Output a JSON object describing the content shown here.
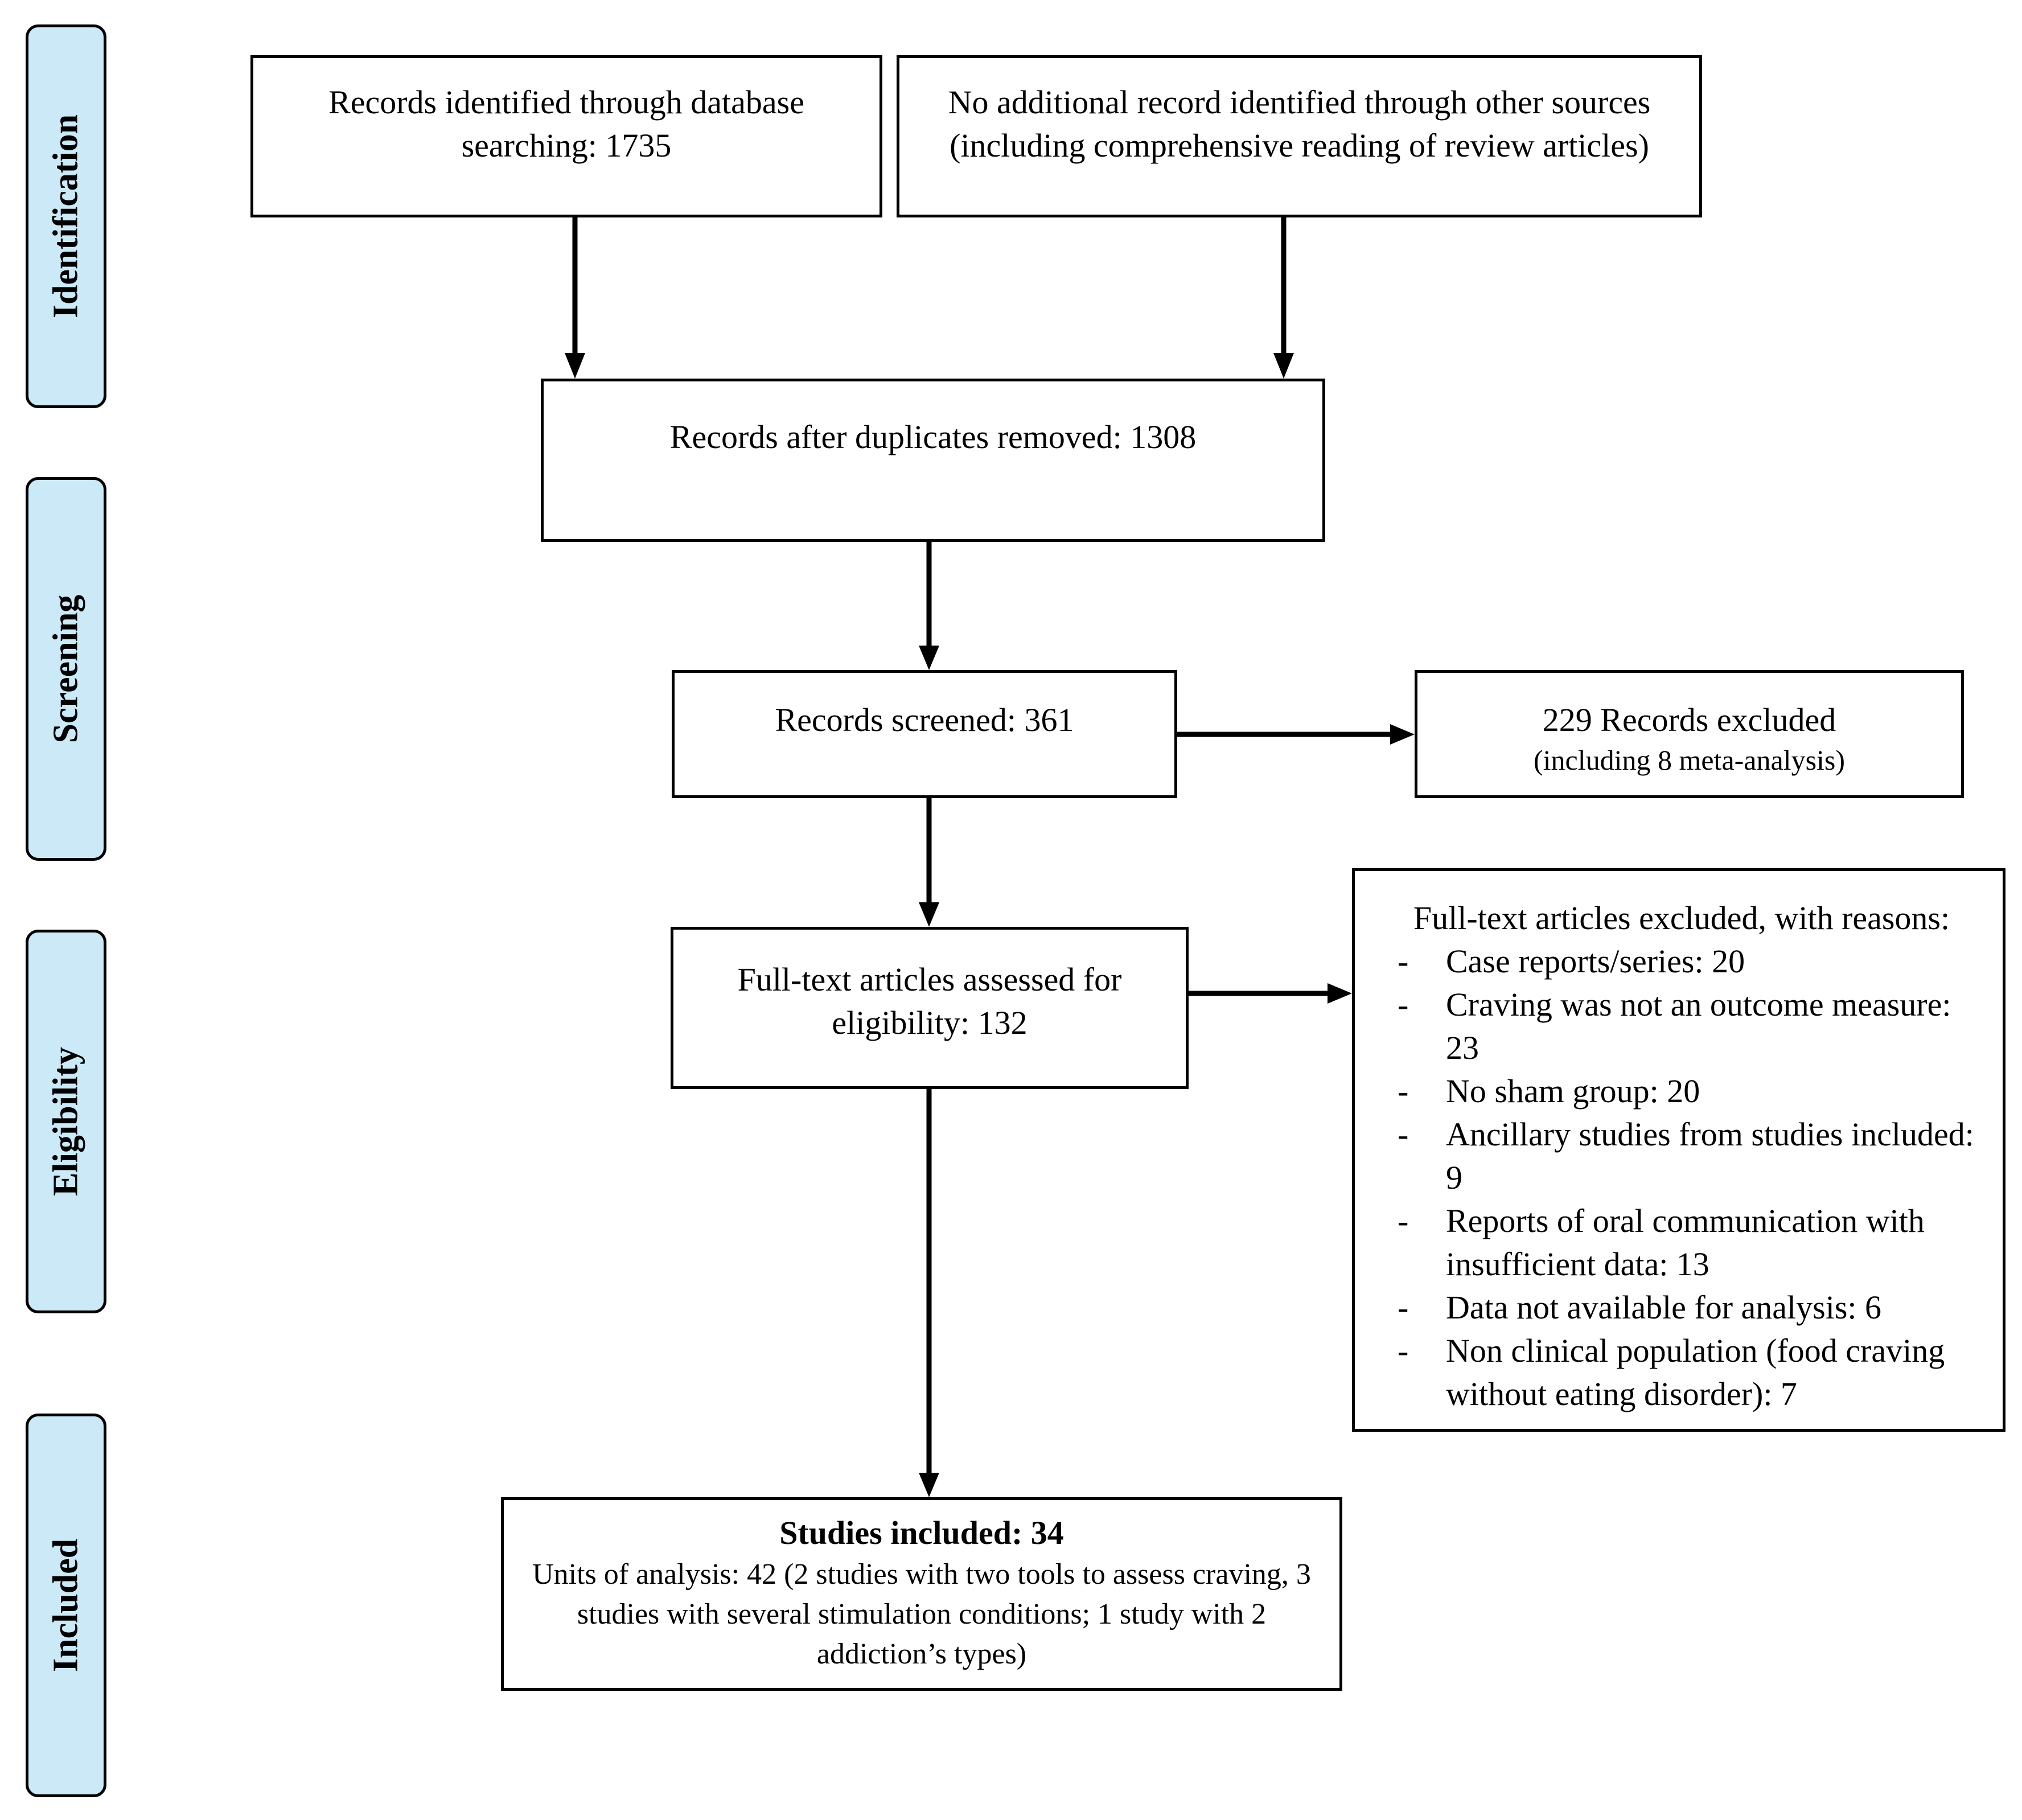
{
  "stages": {
    "identification": "Identification",
    "screening": "Screening",
    "eligibility": "Eligibility",
    "included": "Included"
  },
  "boxes": {
    "database_records": "Records identified through database searching: 1735",
    "other_sources": "No additional record identified through other sources (including comprehensive reading of review articles)",
    "after_duplicates": "Records after duplicates removed: 1308",
    "screened": "Records screened: 361",
    "excluded_title": "229 Records excluded",
    "excluded_note": "(including 8 meta-analysis)",
    "fulltext": "Full-text articles assessed for eligibility: 132",
    "included_title": "Studies included: 34",
    "included_details": "Units of analysis: 42 (2 studies with two tools to assess craving, 3 studies with several stimulation conditions; 1 study with 2 addiction’s types)"
  },
  "fulltext_exclusions": {
    "title": "Full-text articles excluded, with reasons:",
    "bullet": "-",
    "items": [
      "Case reports/series: 20",
      "Craving was not an outcome measure: 23",
      "No sham group: 20",
      "Ancillary studies from studies included: 9",
      "Reports of oral communication with insufficient data: 13",
      "Data not available for analysis: 6",
      "Non clinical population (food craving without eating disorder): 7"
    ]
  },
  "colors": {
    "stage_fill": "#cce9f8",
    "stroke": "#000000"
  }
}
